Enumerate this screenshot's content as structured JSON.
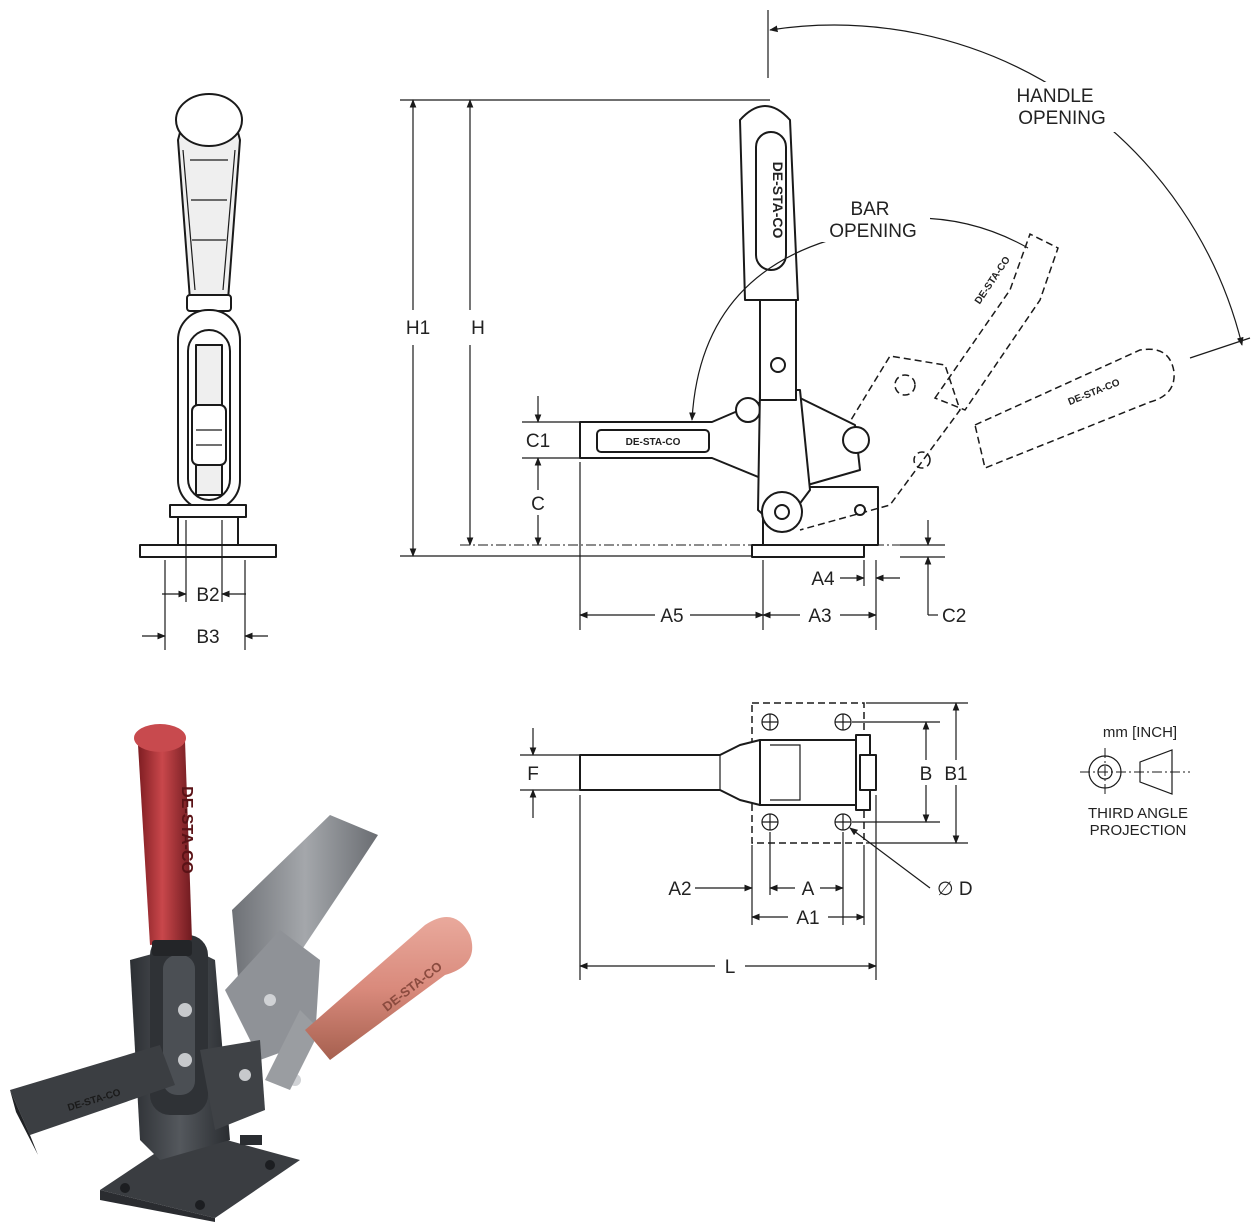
{
  "labels": {
    "handle_opening_1": "HANDLE",
    "handle_opening_2": "OPENING",
    "bar_opening_1": "BAR",
    "bar_opening_2": "OPENING",
    "h1": "H1",
    "h": "H",
    "c1": "C1",
    "c": "C",
    "c2": "C2",
    "a1": "A1",
    "a2": "A2",
    "a3": "A3",
    "a4": "A4",
    "a5": "A5",
    "a": "A",
    "b": "B",
    "b1": "B1",
    "b2": "B2",
    "b3": "B3",
    "f": "F",
    "l": "L",
    "d": "∅ D"
  },
  "brand_marks": {
    "handle_vertical": "DE-STA-CO",
    "bar_side": "DE-STA-CO"
  },
  "projection": {
    "units": "mm [INCH]",
    "line1": "THIRD ANGLE",
    "line2": "PROJECTION"
  },
  "colors": {
    "line": "#1a1a1a",
    "handle_red": "#b8333a",
    "body_dark": "#3f4246",
    "body_light": "#8a8d91",
    "handle_pink": "#d98a7c"
  }
}
